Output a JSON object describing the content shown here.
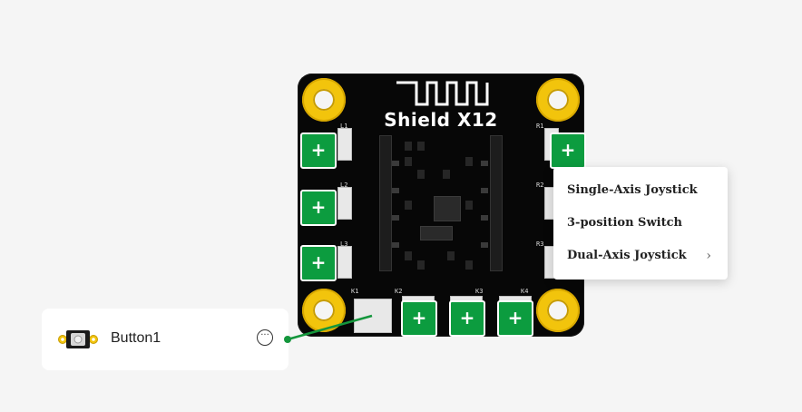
{
  "board": {
    "title": "Shield X12",
    "logo": "WM-logo",
    "port_plus": "+",
    "ports": {
      "left": [
        "L1",
        "L2",
        "L3"
      ],
      "right": [
        "R1",
        "R2",
        "R3"
      ],
      "bottom": [
        "K1",
        "K2",
        "K3",
        "K4"
      ]
    }
  },
  "context_menu": {
    "items": [
      {
        "label": "Single-Axis Joystick"
      },
      {
        "label": "3-position Switch"
      },
      {
        "label": "Dual-Axis Joystick",
        "has_submenu": true,
        "arrow": "›"
      }
    ]
  },
  "component_card": {
    "label": "Button1",
    "icon": "push-button-icon",
    "more": "···"
  },
  "colors": {
    "port_green": "#0c9c3f",
    "hole_gold": "#f2c40c",
    "wire_green": "#14963c"
  }
}
